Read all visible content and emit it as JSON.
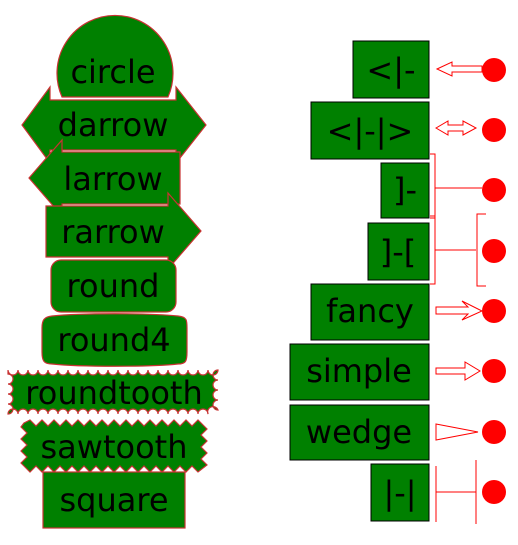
{
  "box_styles": [
    "circle",
    "darrow",
    "larrow",
    "rarrow",
    "round",
    "round4",
    "roundtooth",
    "sawtooth",
    "square"
  ],
  "arrow_styles": [
    "<|-",
    "<|-|>",
    "]-",
    "]-[",
    "fancy",
    "simple",
    "wedge",
    "|-|"
  ],
  "colors": {
    "box_fill": "#008000",
    "box_edge": "#c83232",
    "arrow": "#ff0000",
    "dot": "#ff0000"
  }
}
